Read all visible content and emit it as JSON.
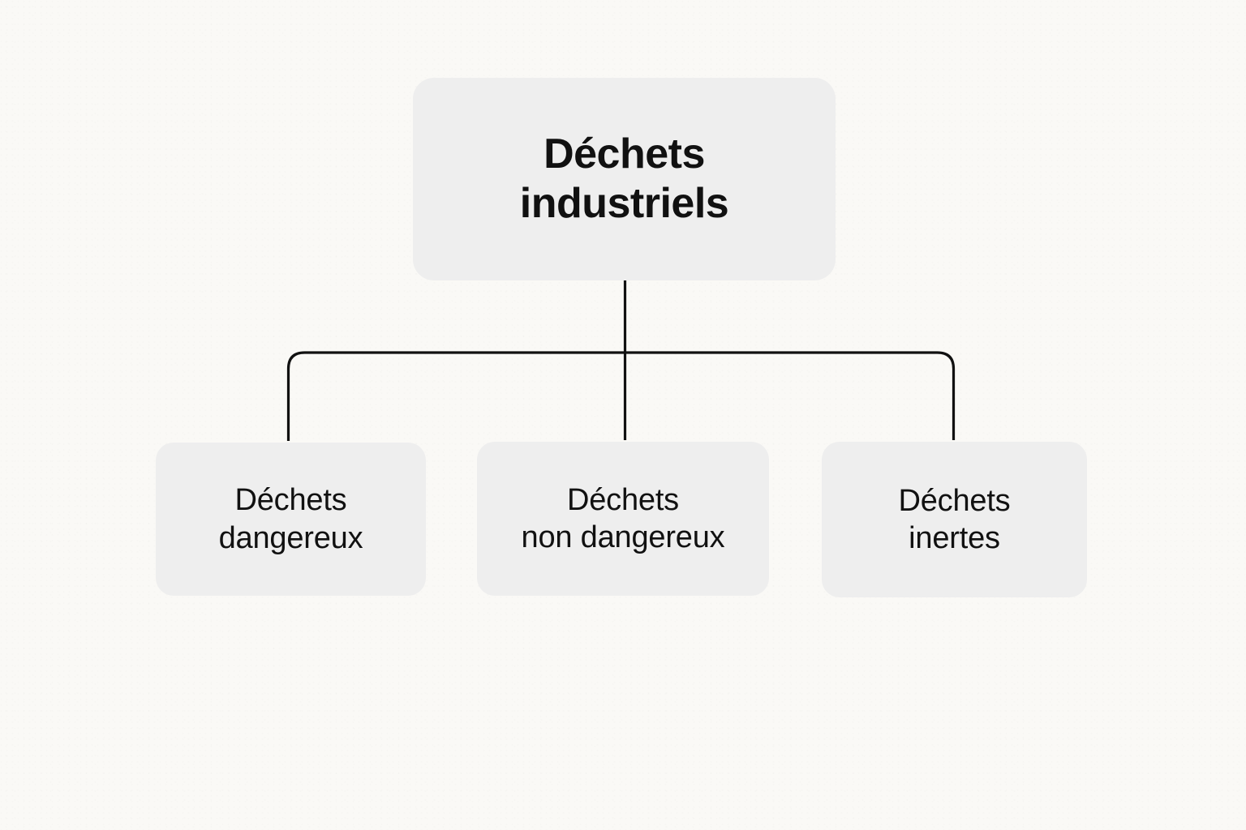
{
  "diagram": {
    "type": "hierarchy-tree",
    "title": "Déchets industriels",
    "language": "fr",
    "background_color": "#faf9f6",
    "node_fill_color": "#eeeeee",
    "text_color": "#111111",
    "connector_color": "#111111",
    "root": {
      "id": "root",
      "label": "Déchets\nindustriels",
      "line1": "Déchets",
      "line2": "industriels"
    },
    "children": [
      {
        "id": "child-0",
        "label": "Déchets\ndangereux",
        "line1": "Déchets",
        "line2": "dangereux"
      },
      {
        "id": "child-1",
        "label": "Déchets\nnon dangereux",
        "line1": "Déchets",
        "line2": "non dangereux"
      },
      {
        "id": "child-2",
        "label": "Déchets\ninertes",
        "line1": "Déchets",
        "line2": "inertes"
      }
    ]
  }
}
